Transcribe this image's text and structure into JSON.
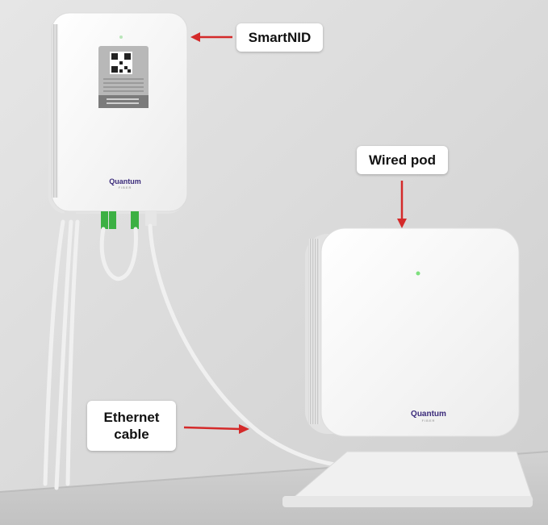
{
  "labels": {
    "smartnid": "SmartNID",
    "wired_pod": "Wired pod",
    "ethernet_line1": "Ethernet",
    "ethernet_line2": "cable"
  },
  "brand": {
    "smartnid_logo": "Quantum",
    "smartnid_logo_sub": "FIBER",
    "pod_logo": "Quantum",
    "pod_logo_sub": "FIBER"
  },
  "colors": {
    "arrow": "#d42a2a",
    "wall": "#d9d9d9",
    "device": "#f2f2f2",
    "brand": "#3a2a7a",
    "led": "#7ee07e",
    "connector": "#3cb043"
  },
  "icons": [
    "qr-code-icon",
    "arrow-left-icon",
    "arrow-down-icon"
  ]
}
